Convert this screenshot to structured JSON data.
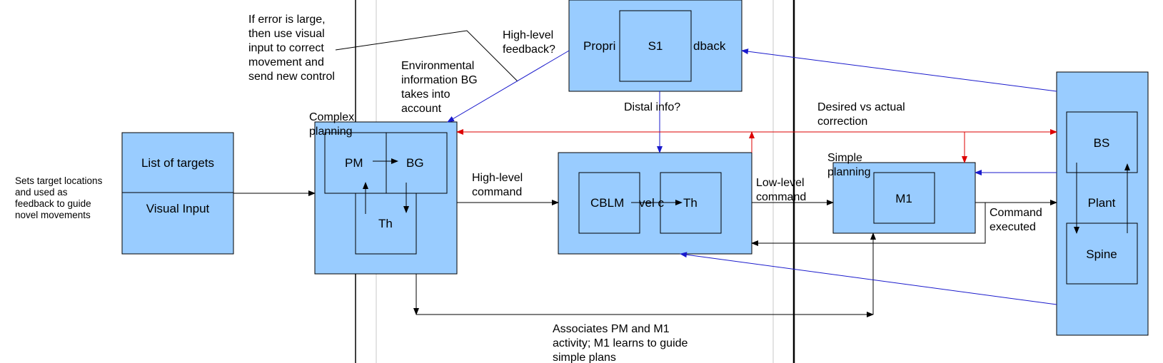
{
  "colors": {
    "box_fill": "#99ccff",
    "black_arrow": "#000000",
    "blue_arrow": "#1a1acc",
    "red_arrow": "#dd0000",
    "grey_rule": "#c8c8c8"
  },
  "blocks": {
    "list_of_targets": "List of targets",
    "visual_input": "Visual Input",
    "complex_planning": [
      "Complex",
      "planning"
    ],
    "pm": "PM",
    "bg": "BG",
    "th_planning": "Th",
    "cblm": "CBLM",
    "cblm_th_overlap": "vel c",
    "th_cblm": "Th",
    "proprio_left": "Propri",
    "s1": "S1",
    "proprio_right": "dback",
    "simple_planning": [
      "Simple",
      "planning"
    ],
    "m1": "M1",
    "bs": "BS",
    "plant": "Plant",
    "spine": "Spine"
  },
  "annotations": {
    "sets_target": [
      "Sets target locations",
      "and used as",
      "feedback to guide",
      "novel movements"
    ],
    "if_error": [
      "If error is large,",
      "then use visual",
      "input to correct",
      "movement and",
      "send new control"
    ],
    "environmental": [
      "Environmental",
      "information BG",
      "takes into",
      "account"
    ],
    "high_level_feedback": [
      "High-level",
      "feedback?"
    ],
    "distal_info": "Distal info?",
    "desired_vs_actual": [
      "Desired vs actual",
      "correction"
    ],
    "high_level_command": [
      "High-level",
      "command"
    ],
    "low_level_command": [
      "Low-level",
      "command"
    ],
    "command_executed": [
      "Command",
      "executed"
    ],
    "associates": [
      "Associates PM and M1",
      "activity; M1 learns to guide",
      "simple plans"
    ]
  }
}
